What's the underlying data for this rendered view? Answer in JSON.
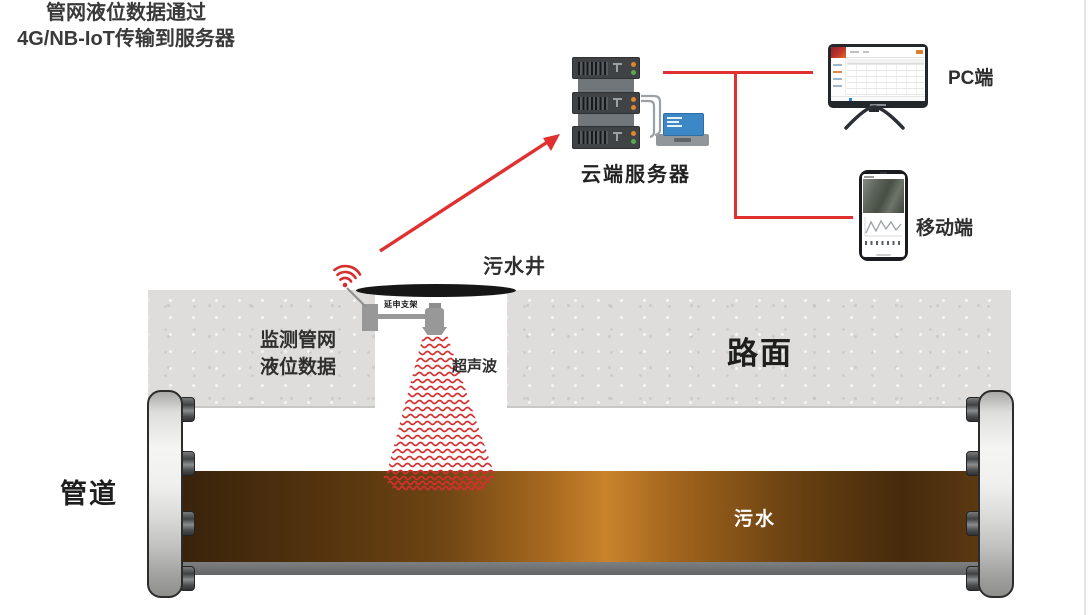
{
  "diagram": {
    "annotation_line1": "管网液位数据通过",
    "annotation_line2": "4G/NB-IoT传输到服务器",
    "cloud_server_label": "云端服务器",
    "pc_label": "PC端",
    "mobile_label": "移动端",
    "sewage_well_label": "污水井",
    "bracket_label": "延申支架",
    "monitor_label_line1": "监测管网",
    "monitor_label_line2": "液位数据",
    "ultrasonic_label": "超声波",
    "road_label": "路面",
    "pipe_label": "管道",
    "sewage_label": "污水"
  },
  "colors": {
    "accent_red": "#e03030",
    "sewage_brown": "#6d4413",
    "sewage_glow": "#c9832c",
    "concrete_gray": "#dedddb",
    "server_dark": "#3f4346",
    "laptop_blue": "#3c87c6"
  }
}
